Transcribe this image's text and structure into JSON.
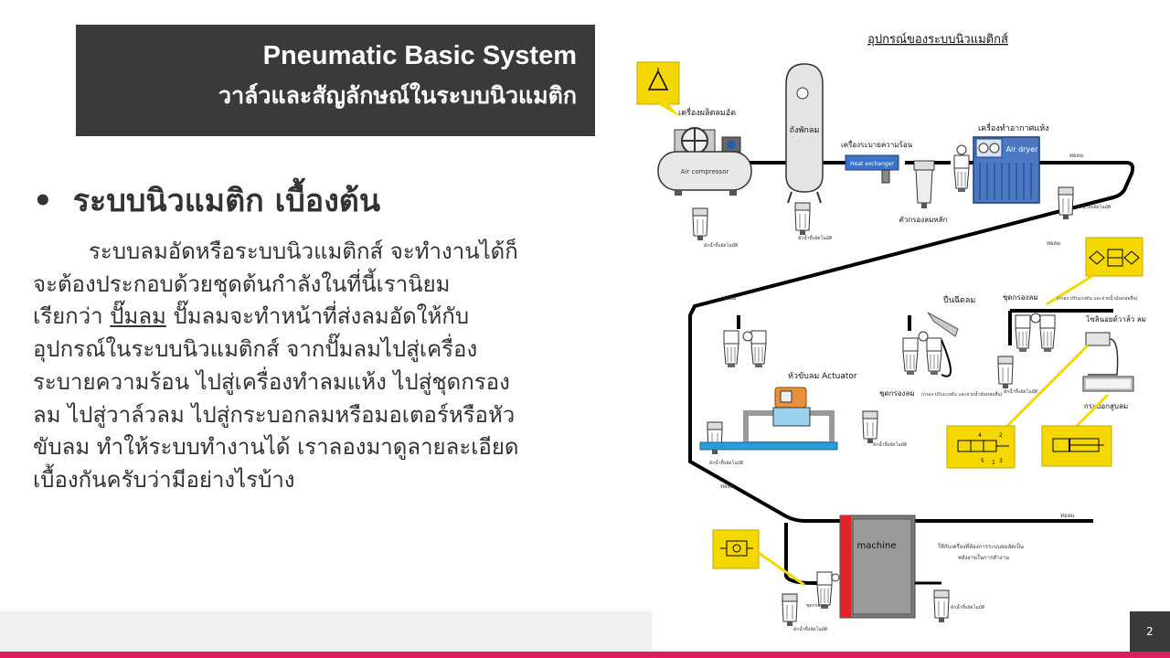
{
  "slide": {
    "title_line1": "Pneumatic Basic System",
    "title_line2": "วาล์วและสัญลักษณ์ในระบบนิวแมติก",
    "bullet_symbol": "•",
    "heading": "ระบบนิวแมติก เบื้องต้น",
    "paragraph": [
      {
        "pre": "        ระบบลมอัดหรือระบบนิวแมติกส์ จะทำงานได้ก็",
        "u": "",
        "post": ""
      },
      {
        "pre": "จะต้องประกอบด้วยชุดต้นกำลังในที่นี้เรานิยม",
        "u": "",
        "post": ""
      },
      {
        "pre": "เรียกว่า ",
        "u": "ปั๊มลม",
        "post": " ปั๊มลมจะทำหน้าที่ส่งลมอัดให้กับ"
      },
      {
        "pre": "อุปกรณ์ในระบบนิวแมติกส์ จากปั๊มลมไปสู่เครื่อง",
        "u": "",
        "post": ""
      },
      {
        "pre": "ระบายความร้อน ไปสู่เครื่องทำลมแห้ง ไปสู่ชุดกรอง",
        "u": "",
        "post": ""
      },
      {
        "pre": "ลม ไปสู่วาล์วลม ไปสู่กระบอกลมหรือมอเตอร์หรือหัว",
        "u": "",
        "post": ""
      },
      {
        "pre": "ขับลม ทำให้ระบบทำงานได้ เราลองมาดูลายละเอียด",
        "u": "",
        "post": ""
      },
      {
        "pre": "เบื้องกันครับว่ามีอย่างไรบ้าง",
        "u": "",
        "post": ""
      }
    ],
    "page_number": "2"
  },
  "diagram": {
    "title": "อุปกรณ์ของระบบนิวแมติกส์",
    "compressor_title": "เครื่องผลิตลมอัด",
    "compressor_label": "Air compressor",
    "tank_label": "ถังพักลม",
    "heat_exchanger_title": "เครื่องระบายความร้อน",
    "heat_exchanger_label": "Heat exchanger",
    "dryer_title": "เครื่องทำอากาศแห้ง",
    "dryer_label": "Air dryer",
    "main_filter_label": "ตัวกรองลมหลัก",
    "drain_label": "ดักน้ำทิ้งอัตโนมัติ",
    "air_gun_label": "ปืนฉีดลม",
    "frl_label": "ชุดกรองลม",
    "frl_note": "(กรอง ปรับแรงดัน และจ่ายน้ำมันหล่อลื่น)",
    "actuator_label": "หัวขับลม Actuator",
    "solenoid_label": "โซลินอยด์วาล์ว ลม",
    "cylinder_label": "กระบอกสูบลม",
    "machine_label": "machine",
    "machine_note_1": "ใช้กับเครื่องที่ต้องการระบบลมอัดเป็น",
    "machine_note_2": "พลังงานในการทำงาน",
    "pipe_label": "ท่อลม",
    "valve_port_4": "4",
    "valve_port_2": "2",
    "valve_port_5": "5",
    "valve_port_1": "1",
    "valve_port_3": "3"
  },
  "colors": {
    "title_bg": "#3a3a3a",
    "accent": "#e01c5a",
    "callout": "#f5d800",
    "dryer": "#4b78c2"
  }
}
